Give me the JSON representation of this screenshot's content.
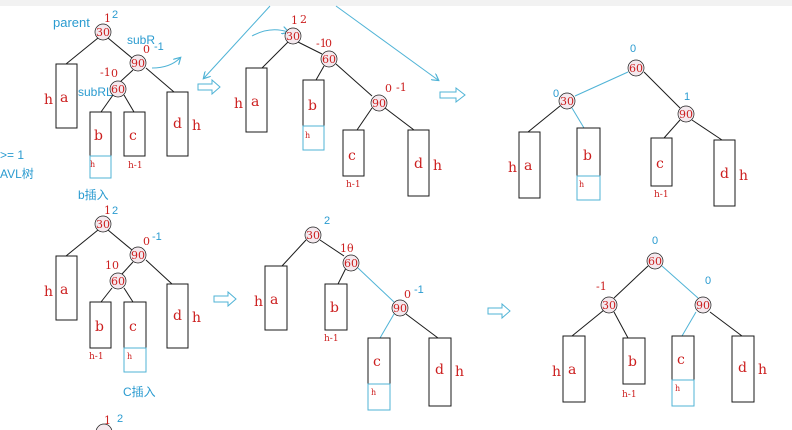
{
  "colors": {
    "red": "#cc1f1f",
    "blue": "#2a9bd0",
    "ink": "#1a1a1a",
    "node_fill": "#f4e9ee",
    "cyan": "#4fb3d6"
  },
  "labels": {
    "parent": "parent",
    "subR": "subR",
    "subRL": "subRL",
    "ge1": ">= 1",
    "avl": "AVL树",
    "b_insert": "b插入",
    "c_insert": "C插入"
  },
  "values": {
    "n30": "30",
    "n60": "60",
    "n90": "90",
    "a": "a",
    "b": "b",
    "c": "c",
    "d": "d",
    "h": "h",
    "hm1": "h-1",
    "bf_1": "1",
    "bf_2": "2",
    "bf_0": "0",
    "bf_m1": "-1",
    "bf_10": "10",
    "bf_10b": "1θ"
  }
}
